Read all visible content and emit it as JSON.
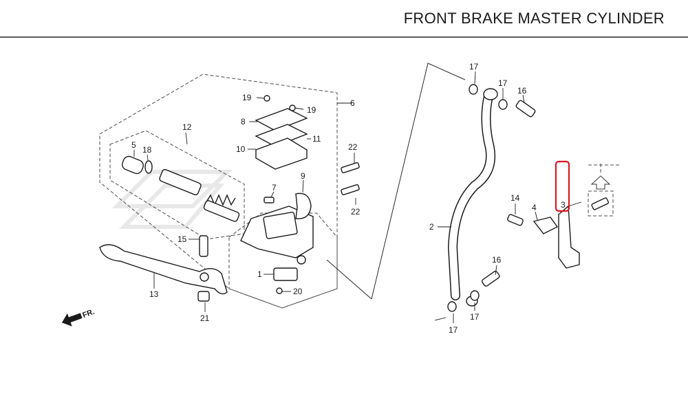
{
  "title": "FRONT BRAKE MASTER CYLINDER",
  "direction_label": "FR.",
  "highlight_color": "#e0141e",
  "callouts": {
    "c1": "1",
    "c2": "2",
    "c3": "3",
    "c4": "4",
    "c5": "5",
    "c6": "6",
    "c7": "7",
    "c8": "8",
    "c9": "9",
    "c10": "10",
    "c11": "11",
    "c12": "12",
    "c13": "13",
    "c14": "14",
    "c15": "15",
    "c16a": "16",
    "c16b": "16",
    "c17a": "17",
    "c17b": "17",
    "c17c": "17",
    "c17d": "17",
    "c18": "18",
    "c19a": "19",
    "c19b": "19",
    "c20": "20",
    "c21": "21",
    "c22a": "22",
    "c22b": "22"
  }
}
